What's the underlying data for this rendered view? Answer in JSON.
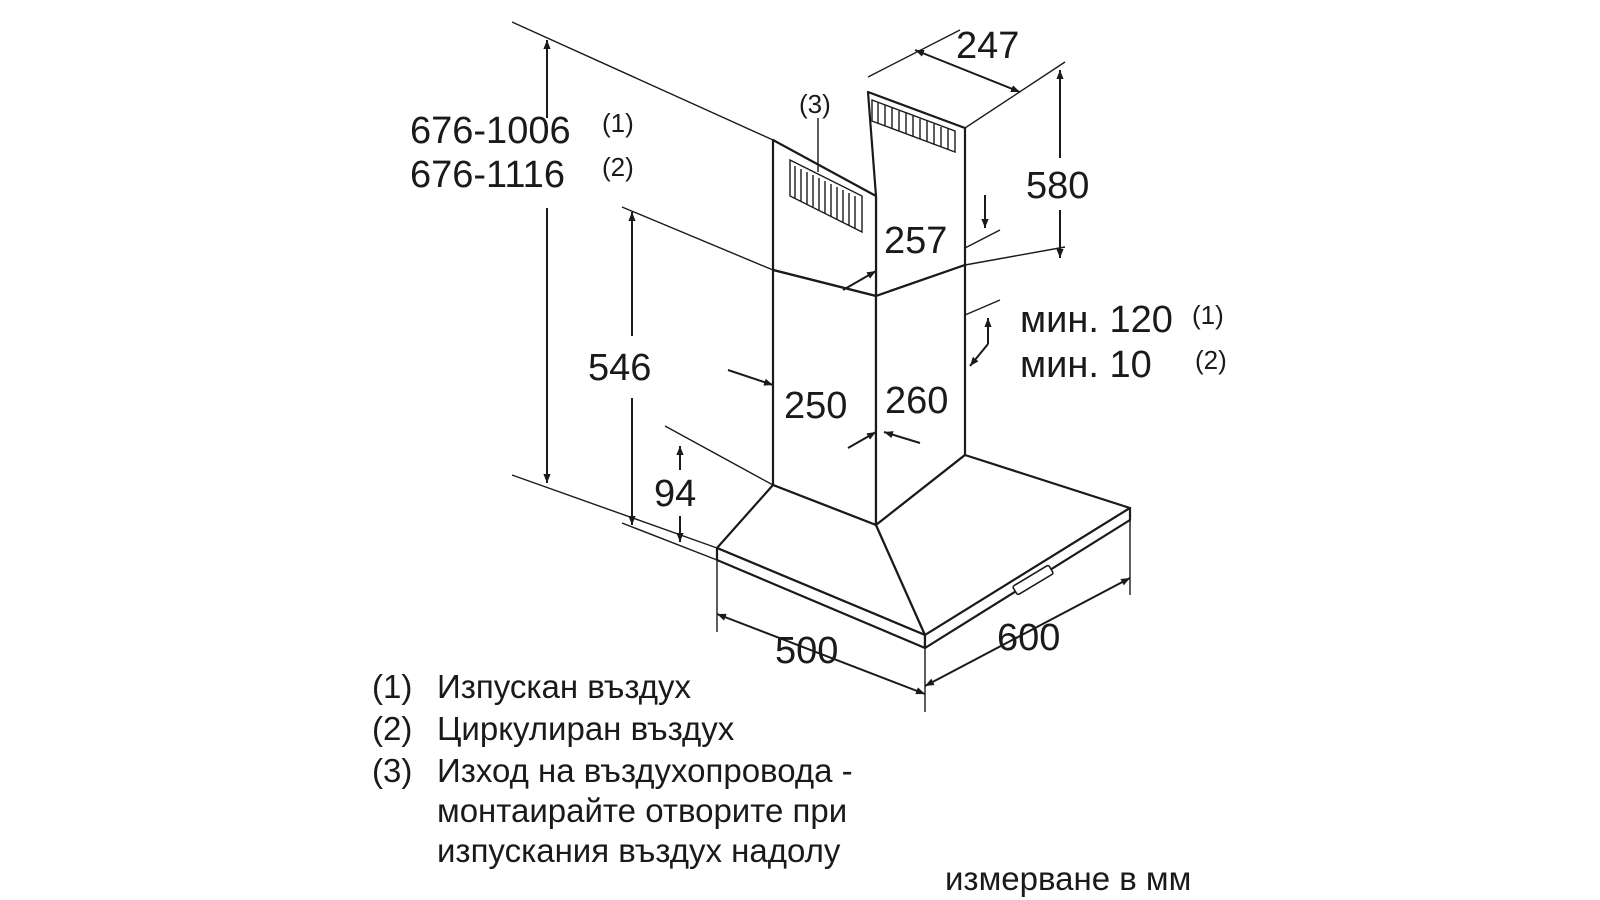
{
  "dimensions": {
    "total_height_1": "676-1006",
    "total_height_1_ref": "(1)",
    "total_height_2": "676-1116",
    "total_height_2_ref": "(2)",
    "chimney_top_depth": "247",
    "upper_chimney_height": "580",
    "upper_chimney_width": "257",
    "lower_height": "546",
    "lower_chimney_width": "250",
    "lower_chimney_depth": "260",
    "hood_height": "94",
    "hood_depth": "500",
    "hood_width": "600",
    "min_gap_1": "мин. 120",
    "min_gap_1_ref": "(1)",
    "min_gap_2": "мин. 10",
    "min_gap_2_ref": "(2)",
    "outlet_ref": "(3)"
  },
  "legend": [
    {
      "num": "(1)",
      "lines": [
        "Изпускан въздух"
      ]
    },
    {
      "num": "(2)",
      "lines": [
        "Циркулиран въздух"
      ]
    },
    {
      "num": "(3)",
      "lines": [
        "Изход на въздухопровода -",
        "монтаирайте отворите при",
        "изпускания въздух надолу"
      ]
    }
  ],
  "units_note": "измерване в мм"
}
